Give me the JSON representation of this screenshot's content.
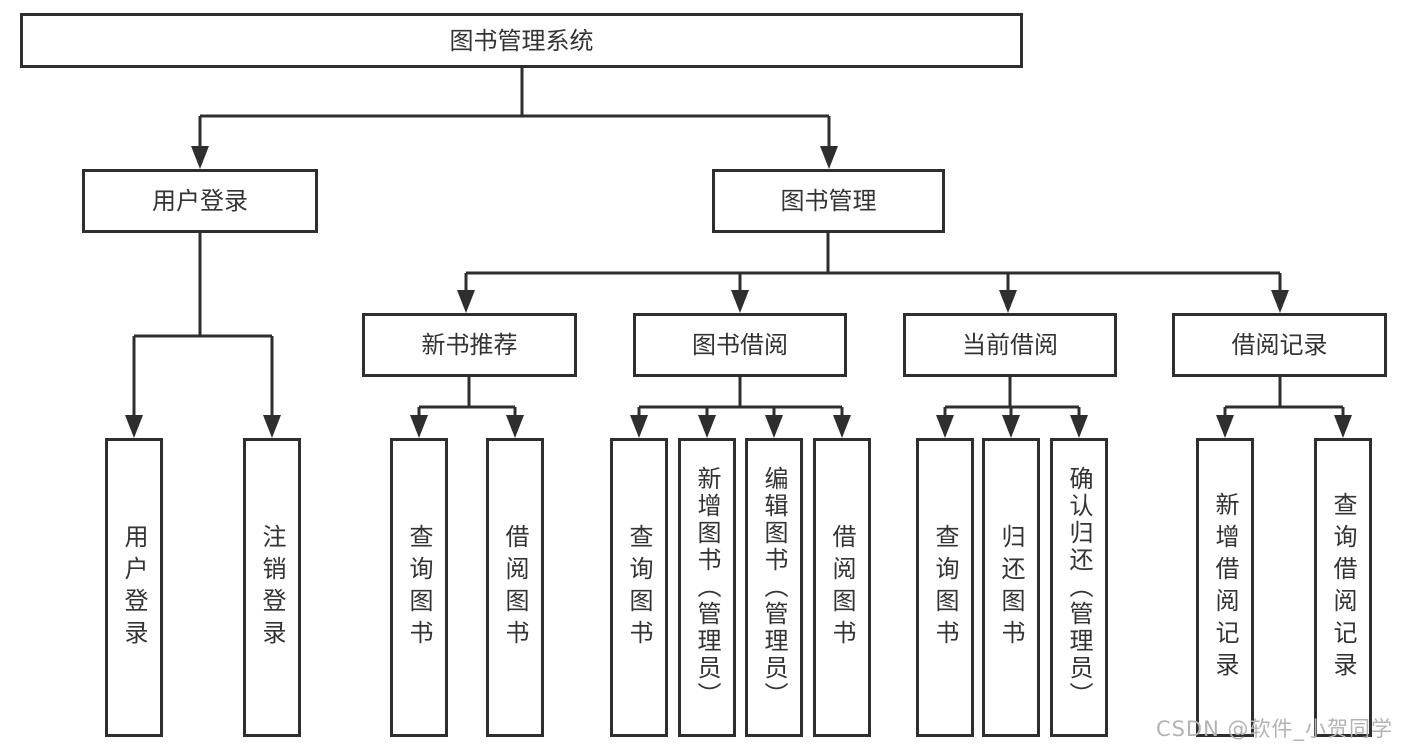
{
  "title": {
    "label": "图书管理系统"
  },
  "branches": {
    "user_login": {
      "label": "用户登录",
      "leaves": [
        "用户登录",
        "注销登录"
      ]
    },
    "book_mgmt": {
      "label": "图书管理",
      "sections": [
        {
          "label": "新书推荐",
          "leaves": [
            "查询图书",
            "借阅图书"
          ]
        },
        {
          "label": "图书借阅",
          "leaves": [
            "查询图书",
            "新增图书（管理员）",
            "编辑图书（管理员）",
            "借阅图书"
          ]
        },
        {
          "label": "当前借阅",
          "leaves": [
            "查询图书",
            "归还图书",
            "确认归还（管理员）"
          ]
        },
        {
          "label": "借阅记录",
          "leaves": [
            "新增借阅记录",
            "查询借阅记录"
          ]
        }
      ]
    }
  },
  "watermark": {
    "text": "CSDN @软件_小贺同学"
  },
  "colors": {
    "line": "#2e2e2e",
    "text": "#333333",
    "watermark": "#b3b3b3",
    "background": "#ffffff"
  }
}
